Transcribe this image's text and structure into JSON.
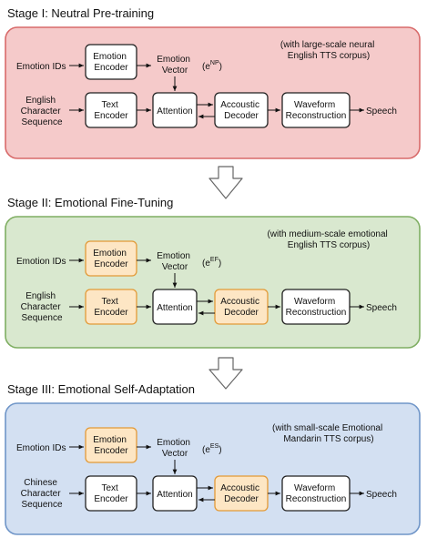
{
  "stages": [
    {
      "heading": "Stage I: Neutral Pre-training",
      "note_line1": "(with large-scale neural",
      "note_line2": "English TTS corpus)",
      "input_ids": "Emotion IDs",
      "input_seq": [
        "English",
        "Character",
        "Sequence"
      ],
      "emotion_encoder": [
        "Emotion",
        "Encoder"
      ],
      "emotion_vector": [
        "Emotion",
        "Vector"
      ],
      "vector_symbol": "(e",
      "vector_sup": "NP",
      "vector_close": ")",
      "text_encoder": [
        "Text",
        "Encoder"
      ],
      "attention": "Attention",
      "decoder": [
        "Accoustic",
        "Decoder"
      ],
      "waveform": [
        "Waveform",
        "Reconstruction"
      ],
      "output": "Speech",
      "panel_fill": "#f5caca",
      "panel_stroke": "#d86a6a",
      "emotion_encoder_fill": "#ffffff",
      "emotion_encoder_stroke": "#222222",
      "text_encoder_fill": "#ffffff",
      "text_encoder_stroke": "#222222",
      "decoder_fill": "#ffffff",
      "decoder_stroke": "#222222"
    },
    {
      "heading": "Stage II: Emotional Fine-Tuning",
      "note_line1": "(with medium-scale emotional",
      "note_line2": "English TTS corpus)",
      "input_ids": "Emotion IDs",
      "input_seq": [
        "English",
        "Character",
        "Sequence"
      ],
      "emotion_encoder": [
        "Emotion",
        "Encoder"
      ],
      "emotion_vector": [
        "Emotion",
        "Vector"
      ],
      "vector_symbol": "(e",
      "vector_sup": "EF",
      "vector_close": ")",
      "text_encoder": [
        "Text",
        "Encoder"
      ],
      "attention": "Attention",
      "decoder": [
        "Accoustic",
        "Decoder"
      ],
      "waveform": [
        "Waveform",
        "Reconstruction"
      ],
      "output": "Speech",
      "panel_fill": "#d9e8cf",
      "panel_stroke": "#7fae62",
      "emotion_encoder_fill": "#fde6c4",
      "emotion_encoder_stroke": "#e39a37",
      "text_encoder_fill": "#fde6c4",
      "text_encoder_stroke": "#e39a37",
      "decoder_fill": "#fde6c4",
      "decoder_stroke": "#e39a37"
    },
    {
      "heading": "Stage III: Emotional Self-Adaptation",
      "note_line1": "(with small-scale Emotional",
      "note_line2": "Mandarin TTS corpus)",
      "input_ids": "Emotion IDs",
      "input_seq": [
        "Chinese",
        "Character",
        "Sequence"
      ],
      "emotion_encoder": [
        "Emotion",
        "Encoder"
      ],
      "emotion_vector": [
        "Emotion",
        "Vector"
      ],
      "vector_symbol": "(e",
      "vector_sup": "ES",
      "vector_close": ")",
      "text_encoder": [
        "Text",
        "Encoder"
      ],
      "attention": "Attention",
      "decoder": [
        "Accoustic",
        "Decoder"
      ],
      "waveform": [
        "Waveform",
        "Reconstruction"
      ],
      "output": "Speech",
      "panel_fill": "#d3e0f2",
      "panel_stroke": "#6f95c8",
      "emotion_encoder_fill": "#fde6c4",
      "emotion_encoder_stroke": "#e39a37",
      "text_encoder_fill": "#ffffff",
      "text_encoder_stroke": "#222222",
      "decoder_fill": "#fde6c4",
      "decoder_stroke": "#e39a37"
    }
  ]
}
